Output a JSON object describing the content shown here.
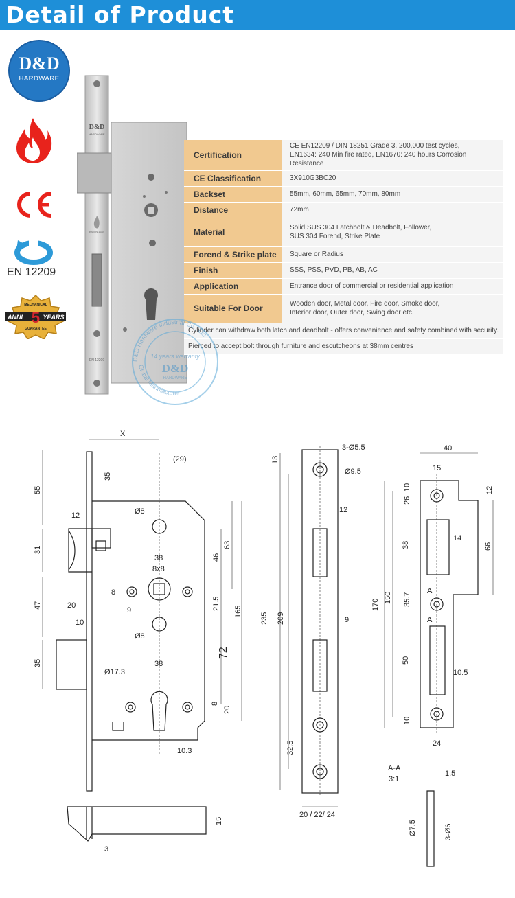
{
  "header": {
    "title": "Detail of Product"
  },
  "logo": {
    "line1": "D&D",
    "line2": "HARDWARE"
  },
  "certs": {
    "en_label": "EN 12209",
    "badge_top": "MECHANICAL",
    "badge_main": "ANNI",
    "badge_number": "5",
    "badge_years": "YEARS",
    "badge_bottom": "GUARANTEE"
  },
  "photo": {
    "faceplate_brand": "D&D",
    "faceplate_sub": "HARDWARE",
    "faceplate_std": "BS EN 1634",
    "faceplate_en": "EN 12209"
  },
  "watermark": {
    "arc_top": "D&D Hardware Industrial Co., Ltd",
    "middle": "14 years warranty",
    "brand": "D&D",
    "brand_sub": "HARDWARE",
    "arc_bottom": "Global Manufacturer"
  },
  "specs": [
    {
      "label": "Certification",
      "value1": "CE EN12209 / DIN 18251 Grade 3, 200,000 test cycles,",
      "value2": "EN1634: 240 Min fire rated, EN1670: 240 hours Corrosion Resistance"
    },
    {
      "label": "CE Classification",
      "value1": "3X910G3BC20",
      "value2": ""
    },
    {
      "label": "Backset",
      "value1": "55mm, 60mm, 65mm, 70mm, 80mm",
      "value2": ""
    },
    {
      "label": "Distance",
      "value1": "72mm",
      "value2": ""
    },
    {
      "label": "Material",
      "value1": "Solid SUS 304 Latchbolt & Deadbolt, Follower,",
      "value2": "SUS 304 Forend, Strike Plate"
    },
    {
      "label": "Forend & Strike plate",
      "value1": "Square or Radius",
      "value2": ""
    },
    {
      "label": "Finish",
      "value1": "SSS, PSS, PVD, PB, AB, AC",
      "value2": ""
    },
    {
      "label": "Application",
      "value1": "Entrance door of commercial or residential application",
      "value2": ""
    },
    {
      "label": "Suitable For Door",
      "value1": "Wooden door, Metal door, Fire door, Smoke door,",
      "value2": "Interior door, Outer door, Swing door etc."
    }
  ],
  "notes": [
    "Cylinder can withdraw both latch and deadbolt - offers convenience and safety combined with security.",
    "Pierced to accept bolt through furniture and escutcheons at 38mm centres"
  ],
  "drawing": {
    "lock": {
      "x": "X",
      "d29": "(29)",
      "d35": "35",
      "d55": "55",
      "d12": "12",
      "d31": "31",
      "d47": "47",
      "d20": "20",
      "d10": "10",
      "d35b": "35",
      "phi8": "Ø8",
      "d38": "38",
      "d8x8": "8x8",
      "d8": "8",
      "d9": "9",
      "phi8b": "Ø8",
      "d46": "46",
      "d63": "63",
      "d21_5": "21.5",
      "d72": "72",
      "d165": "165",
      "phi17_3": "Ø17.3",
      "d38b": "38",
      "d8b": "8",
      "d20b": "20",
      "d10_3": "10.3",
      "d15": "15",
      "d3": "3"
    },
    "forend": {
      "holes": "3-Ø5.5",
      "phi9_5": "Ø9.5",
      "d13": "13",
      "d12": "12",
      "d235": "235",
      "d209": "209",
      "d9": "9",
      "d32_5": "32.5",
      "bottom": "20 / 22/ 24"
    },
    "strike": {
      "d40": "40",
      "d15": "15",
      "d10": "10",
      "d26": "26",
      "d12": "12",
      "d14": "14",
      "d38": "38",
      "d66": "66",
      "d35_7": "35.7",
      "d170": "170",
      "d150": "150",
      "d50": "50",
      "d10_5": "10.5",
      "d10b": "10",
      "d24": "24",
      "sectionA": "A",
      "sectionA2": "A"
    },
    "section": {
      "title": "A-A",
      "scale": "3:1",
      "d1_5": "1.5",
      "phi7_5": "Ø7.5",
      "holes": "3-Ø6"
    }
  }
}
